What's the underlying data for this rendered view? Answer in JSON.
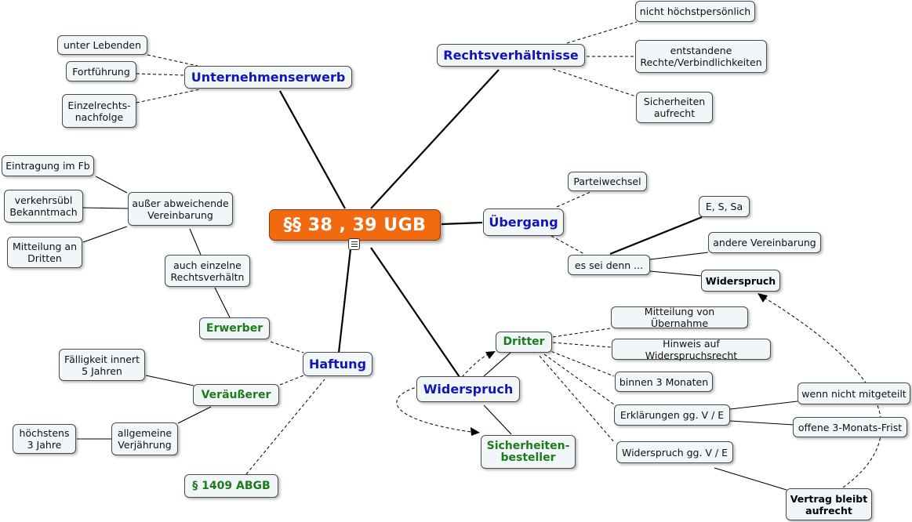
{
  "center": {
    "title": "§§ 38 , 39 UGB",
    "note_icon": "note-icon"
  },
  "topics": {
    "unternehmenserwerb": "Unternehmenserwerb",
    "rechtsverhaeltnisse": "Rechtsverhältnisse",
    "uebergang": "Übergang",
    "haftung": "Haftung",
    "widerspruch": "Widerspruch"
  },
  "unternehmenserwerb_items": [
    "unter Lebenden",
    "Fortführung",
    "Einzelrechts-\nnachfolge"
  ],
  "rechtsverhaeltnisse_items": [
    "nicht höchstpersönlich",
    "entstandene\nRechte/Verbindlichkeiten",
    "Sicherheiten\naufrecht"
  ],
  "uebergang_items": {
    "parteiwechsel": "Parteiwechsel",
    "es_sei_denn": "es sei denn ...",
    "ess": "E, S, Sa",
    "andere": "andere Vereinbarung",
    "widerspruch": "Widerspruch"
  },
  "haftung_items": {
    "erwerber": "Erwerber",
    "einzelne": "auch einzelne\nRechtsverhältn",
    "ausser": "außer abweichende\nVereinbarung",
    "eintragung": "Eintragung im Fb",
    "verkehrsuebl": "verkehrsübl\nBekanntmach",
    "mitteilung": "Mitteilung an\nDritten",
    "veraeusserer": "Veräußerer",
    "faelligkeit": "Fälligkeit innert\n5 Jahren",
    "allgemeine": "allgemeine\nVerjährung",
    "hoechstens": "höchstens\n3 Jahre",
    "abgb": "§ 1409 ABGB"
  },
  "widerspruch_items": {
    "dritter": "Dritter",
    "sicherheiten": "Sicherheiten-\nbesteller",
    "mitteilung": "Mitteilung von Übernahme",
    "hinweis": "Hinweis auf Widerspruchsrecht",
    "binnen": "binnen 3 Monaten",
    "erklaerungen": "Erklärungen gg. V / E",
    "widerspruch_gg": "Widerspruch gg. V / E",
    "nicht_mitgeteilt": "wenn nicht mitgeteilt",
    "frist": "offene 3-Monats-Frist",
    "vertrag": "Vertrag bleibt\naufrecht"
  },
  "colors": {
    "center": "#f26a10",
    "main_text": "#1414b8",
    "green_text": "#1d7a1d",
    "node_bg": "#f1f6f8"
  }
}
